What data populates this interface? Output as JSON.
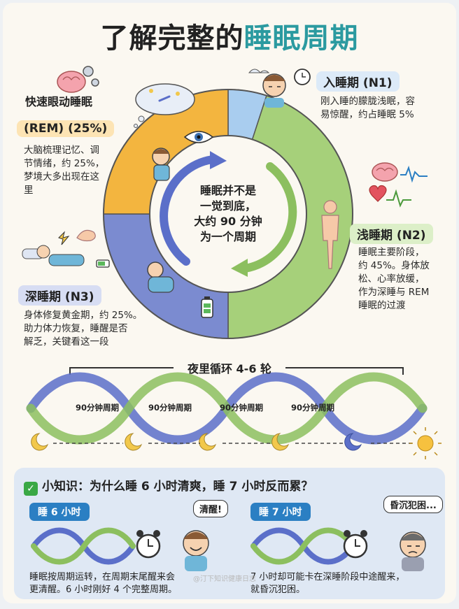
{
  "title": {
    "part1": "了解完整的",
    "part2": "睡眠周期"
  },
  "rem": {
    "header": "快速眼动睡眠",
    "name": "(REM) (25%)",
    "desc": "大脑梳理记忆、调\n节情绪，约 25%，\n梦境大多出现在这\n里",
    "color": "#f3b53f"
  },
  "n1": {
    "name": "入睡期 (N1)",
    "desc": "刚入睡的朦胧浅眠，容\n易惊醒，约占睡眠 5%",
    "color": "#a9cdef"
  },
  "n2": {
    "name": "浅睡期 (N2)",
    "desc": "睡眠主要阶段，\n约 45%。身体放\n松、心率放缓，\n作为深睡与 REM\n睡眠的过渡",
    "color": "#a6d07a"
  },
  "n3": {
    "name": "深睡期 (N3)",
    "desc": "身体修复黄金期，约 25%。\n助力体力恢复，睡醒是否\n解乏，关键看这一段",
    "color": "#7b8bd0"
  },
  "center": {
    "text": "睡眠并不是\n一觉到底，\n大约 90 分钟\n为一个周期"
  },
  "cycles": {
    "title": "夜里循环 4-6 轮",
    "labels": [
      "90分钟周期",
      "90分钟周期",
      "90分钟周期",
      "90分钟周期"
    ]
  },
  "knowledge": {
    "title": "小知识：为什么睡 6 小时清爽，睡 7 小时反而累？",
    "left": {
      "label": "睡 6 小时",
      "bubble": "清醒!",
      "desc": "睡眠按周期运转，在周期末尾醒来会\n更清醒。6 小时刚好 4 个完整周期。"
    },
    "right": {
      "label": "睡 7 小时",
      "bubble": "昏沉犯困...",
      "desc": "7 小时却可能卡在深睡阶段中途醒来，\n就昏沉犯困。"
    }
  },
  "watermark": "@汀下知识健康日志",
  "icons": [
    "brain-icon",
    "gear-icon",
    "dream-cloud-icon",
    "eye-icon",
    "clock-icon",
    "sleepy-face-icon",
    "heart-icon",
    "brain-wave-icon",
    "body-icon",
    "muscle-icon",
    "battery-icon",
    "lightning-icon",
    "moon-icon",
    "sun-icon",
    "alarm-clock-icon",
    "check-icon"
  ]
}
